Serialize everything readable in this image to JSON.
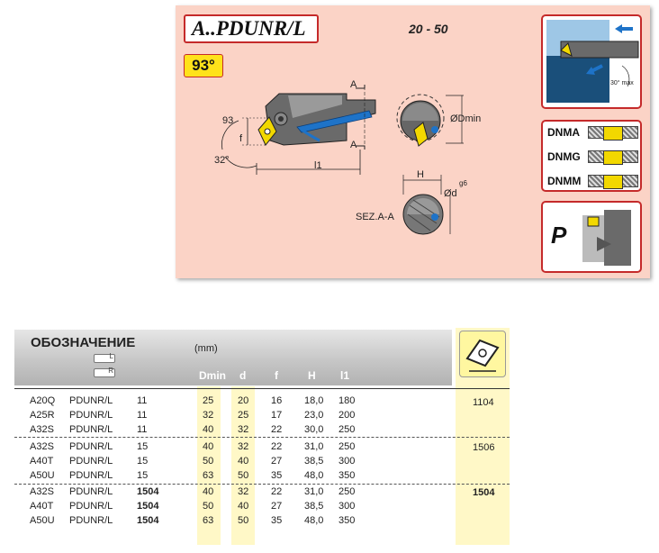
{
  "catalog": {
    "code": "A..PDUNR/L",
    "range": "20 -  50",
    "approach_angle": "93°",
    "dims": {
      "a": "A",
      "angle_93": "93",
      "f": "f",
      "angle_32": "32°",
      "l1": "l1",
      "dmin": "ØDmin",
      "h": "H",
      "g6": "g6",
      "d": "Ød",
      "section": "SEZ.A-A",
      "max_angle": "30° max"
    },
    "insert_types": [
      "DNMA",
      "DNMG",
      "DNMM"
    ],
    "material": "P"
  },
  "table": {
    "title": "ОБОЗНАЧЕНИЕ",
    "unit": "(mm)",
    "hand_r": "R",
    "hand_l": "L",
    "columns": [
      "Dmin",
      "d",
      "f",
      "H",
      "l1"
    ],
    "rows": [
      {
        "a": "A20Q",
        "b": "PDUNR/L",
        "c": "11",
        "dmin": "25",
        "d": "20",
        "f": "16",
        "h": "18,0",
        "l1": "180"
      },
      {
        "a": "A25R",
        "b": "PDUNR/L",
        "c": "11",
        "dmin": "32",
        "d": "25",
        "f": "17",
        "h": "23,0",
        "l1": "200"
      },
      {
        "a": "A32S",
        "b": "PDUNR/L",
        "c": "11",
        "dmin": "40",
        "d": "32",
        "f": "22",
        "h": "30,0",
        "l1": "250"
      },
      {
        "a": "A32S",
        "b": "PDUNR/L",
        "c": "15",
        "dmin": "40",
        "d": "32",
        "f": "22",
        "h": "31,0",
        "l1": "250"
      },
      {
        "a": "A40T",
        "b": "PDUNR/L",
        "c": "15",
        "dmin": "50",
        "d": "40",
        "f": "27",
        "h": "38,5",
        "l1": "300"
      },
      {
        "a": "A50U",
        "b": "PDUNR/L",
        "c": "15",
        "dmin": "63",
        "d": "50",
        "f": "35",
        "h": "48,0",
        "l1": "350"
      },
      {
        "a": "A32S",
        "b": "PDUNR/L",
        "c": "1504",
        "dmin": "40",
        "d": "32",
        "f": "22",
        "h": "31,0",
        "l1": "250"
      },
      {
        "a": "A40T",
        "b": "PDUNR/L",
        "c": "1504",
        "dmin": "50",
        "d": "40",
        "f": "27",
        "h": "38,5",
        "l1": "300"
      },
      {
        "a": "A50U",
        "b": "PDUNR/L",
        "c": "1504",
        "dmin": "63",
        "d": "50",
        "f": "35",
        "h": "48,0",
        "l1": "350"
      }
    ],
    "inserts": [
      "1104",
      "1506",
      "1504"
    ]
  },
  "colors": {
    "panel": "#fbd3c6",
    "accent_red": "#c52a2a",
    "yellow": "#ffe21a",
    "tool_blue": "#1e73c8"
  }
}
